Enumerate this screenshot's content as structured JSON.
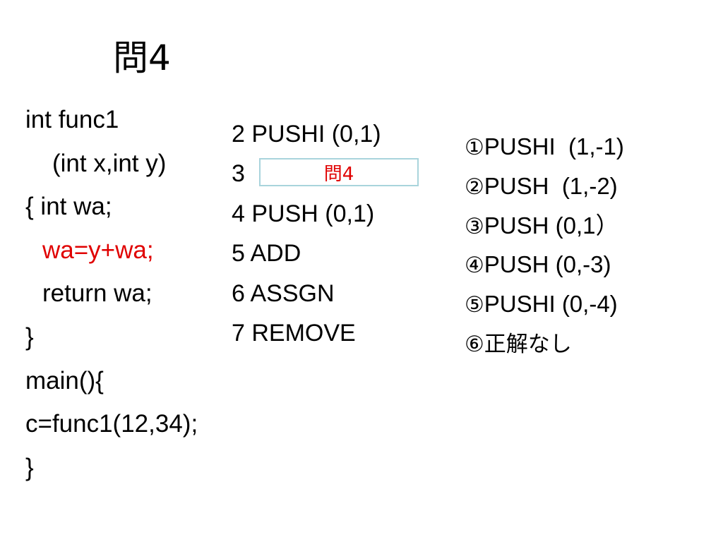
{
  "title": "問4",
  "code": {
    "lines": [
      {
        "text": "int func1",
        "indent": 0,
        "color": "normal"
      },
      {
        "text": "(int x,int y)",
        "indent": 38,
        "color": "normal"
      },
      {
        "text": "{ int wa;",
        "indent": 0,
        "color": "normal"
      },
      {
        "text": "wa=y+wa;",
        "indent": 24,
        "color": "red"
      },
      {
        "text": "return wa;",
        "indent": 24,
        "color": "normal"
      },
      {
        "text": "}",
        "indent": 0,
        "color": "normal"
      },
      {
        "text": "main(){",
        "indent": 0,
        "color": "normal"
      },
      {
        "text": "c=func1(12,34);",
        "indent": 0,
        "color": "normal"
      },
      {
        "text": "}",
        "indent": 0,
        "color": "normal"
      }
    ]
  },
  "stack": {
    "lines": [
      "2 PUSHI (0,1)",
      "3",
      "4 PUSH (0,1)",
      "5 ADD",
      "6 ASSGN",
      "7 REMOVE"
    ],
    "blank_label": "問4"
  },
  "choices": [
    {
      "mark": "①",
      "text": "PUSHI  (1,-1)"
    },
    {
      "mark": "②",
      "text": "PUSH  (1,-2)"
    },
    {
      "mark": "③",
      "text": "PUSH (0,1）"
    },
    {
      "mark": "④",
      "text": "PUSH (0,-3)"
    },
    {
      "mark": "⑤",
      "text": "PUSHI (0,-4)"
    },
    {
      "mark": "⑥",
      "text": "正解なし"
    }
  ],
  "colors": {
    "accent_red": "#e00000",
    "box_border": "#a9d4dc"
  }
}
